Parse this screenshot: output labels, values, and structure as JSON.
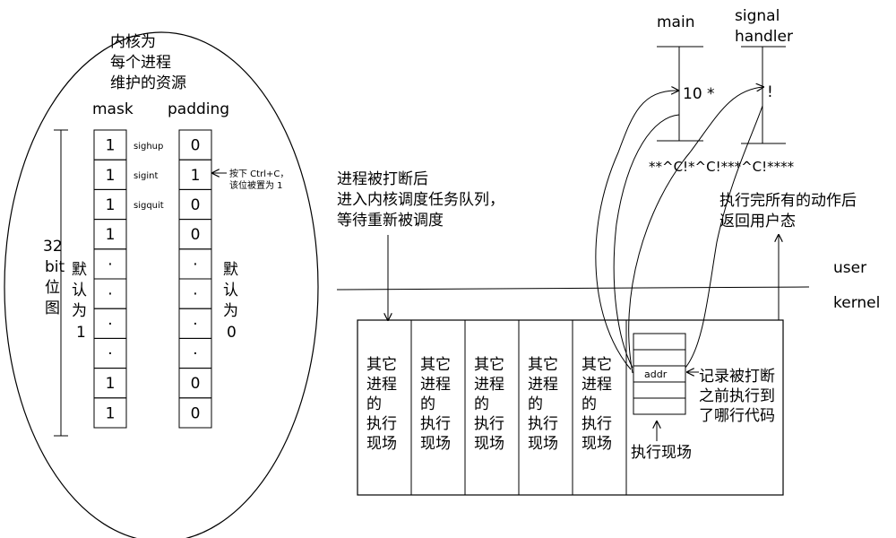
{
  "kernel_resources_label": [
    "内核为",
    "每个进程",
    "维护的资源"
  ],
  "mask": {
    "header": "mask",
    "cells": [
      "1",
      "1",
      "1",
      "1",
      "·",
      "·",
      "·",
      "·",
      "1",
      "1"
    ],
    "default_label": [
      "默",
      "认",
      "为",
      "1"
    ]
  },
  "padding": {
    "header": "padding",
    "cells": [
      "0",
      "1",
      "0",
      "0",
      "·",
      "·",
      "·",
      "·",
      "0",
      "0"
    ],
    "default_label": [
      "默",
      "认",
      "为",
      "0"
    ]
  },
  "signal_names": [
    "sighup",
    "sigint",
    "sigquit"
  ],
  "ctrl_c_note": [
    "按下 Ctrl+C，",
    "该位被置为 1"
  ],
  "bitmap_label": [
    "32",
    "bit",
    "位",
    "图"
  ],
  "interrupt_note": [
    "进程被打断后",
    "进入内核调度任务队列，",
    "等待重新被调度"
  ],
  "timelines": {
    "main_label": "main",
    "handler_label": [
      "signal",
      "handler"
    ],
    "main_mark": "10 *",
    "handler_mark": "!"
  },
  "terminal_output": "**^C!*^C!***^C!****",
  "return_note": [
    "执行完所有的动作后",
    "返回用户态"
  ],
  "user_label": "user",
  "kernel_label": "kernel",
  "queue_cells": [
    [
      "其它",
      "进程",
      "的",
      "执行",
      "现场"
    ],
    [
      "其它",
      "进程",
      "的",
      "执行",
      "现场"
    ],
    [
      "其它",
      "进程",
      "的",
      "执行",
      "现场"
    ],
    [
      "其它",
      "进程",
      "的",
      "执行",
      "现场"
    ],
    [
      "其它",
      "进程",
      "的",
      "执行",
      "现场"
    ]
  ],
  "addr_label": "addr",
  "exec_context_label": "执行现场",
  "record_note": [
    "记录被打断",
    "之前执行到",
    "了哪行代码"
  ]
}
